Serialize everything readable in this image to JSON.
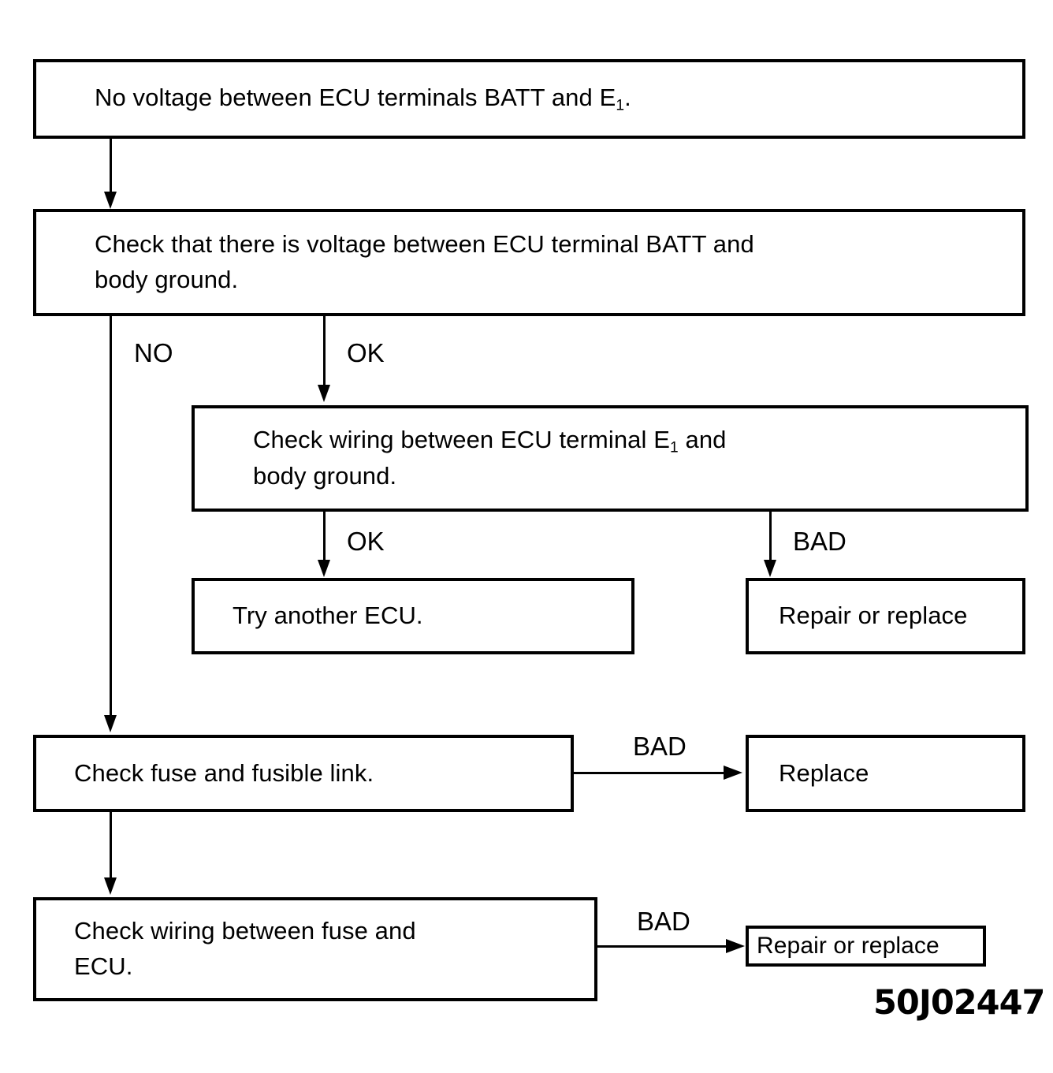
{
  "figure": {
    "id": "50J02447",
    "type": "troubleshooting-flowchart"
  },
  "nodes": {
    "no_voltage": "No voltage between ECU terminals BATT and E₁.",
    "check_batt": "Check that there is voltage between ECU terminal BATT and\nbody ground.",
    "check_e1": "Check wiring between ECU terminal E₁  and\nbody ground.",
    "try_ecu": "Try another ECU.",
    "repair_or_replace_1": "Repair or replace",
    "check_fuse": "Check fuse and fusible link.",
    "replace": "Replace",
    "check_wiring_fuse": "Check wiring between fuse and\nECU.",
    "repair_or_replace_2": "Repair or replace"
  },
  "edges": {
    "batt_no": "NO",
    "batt_ok": "OK",
    "e1_ok": "OK",
    "e1_bad": "BAD",
    "fuse_bad": "BAD",
    "wiring_bad": "BAD"
  },
  "colors": {
    "line": "#000000",
    "background": "#ffffff",
    "text": "#000000"
  }
}
